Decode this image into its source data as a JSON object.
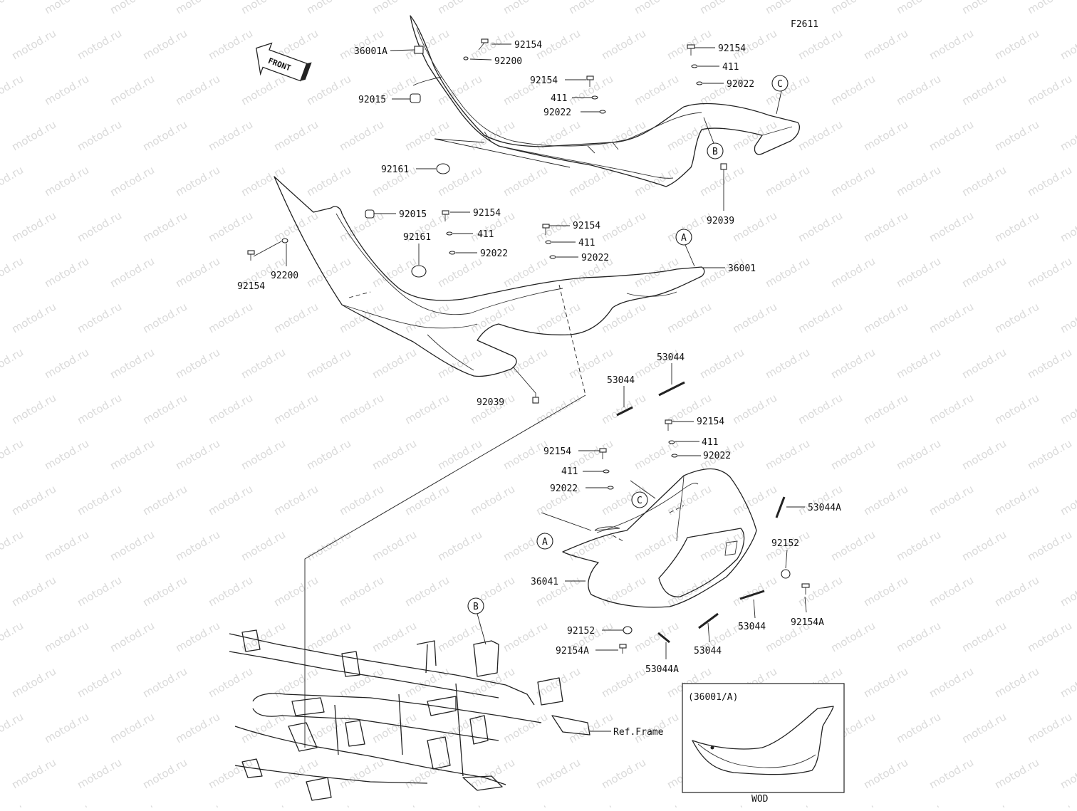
{
  "figure_code": "F2611",
  "watermark": "motod.ru",
  "front_label": "FRONT",
  "callouts": {
    "a": "A",
    "b": "B",
    "c": "C"
  },
  "part_numbers": {
    "p36001A": "36001A",
    "p36001": "36001",
    "p36041": "36041",
    "p92154": "92154",
    "p92154A": "92154A",
    "p92200": "92200",
    "p92015": "92015",
    "p92161": "92161",
    "p92022": "92022",
    "p92039": "92039",
    "p92152": "92152",
    "p411": "411",
    "p53044": "53044",
    "p53044A": "53044A"
  },
  "ref_frame": "Ref.Frame",
  "inset": {
    "title": "(36001/A)",
    "caption": "WOD"
  }
}
